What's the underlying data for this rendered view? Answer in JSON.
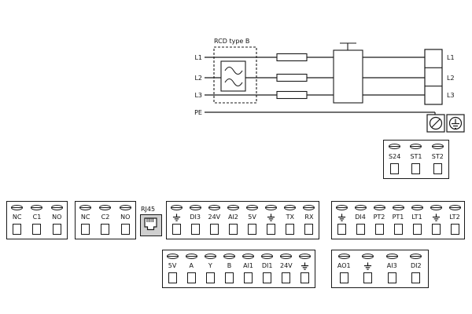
{
  "power_diagram": {
    "rcd_label": "RCD type B",
    "input_lines": [
      "L1",
      "L2",
      "L3"
    ],
    "pe_label": "PE",
    "output_lines": [
      "L1",
      "L2",
      "L3"
    ],
    "icons": {
      "rcd": "rcd-sine-symbol",
      "fuses": "fuse-icon x3",
      "contactor": "disconnect-switch-icon",
      "pe_screw": "screw-terminal-icon",
      "pe_earth": "earth-ground-icon"
    }
  },
  "signal_block": {
    "terminals": [
      "S24",
      "ST1",
      "ST2"
    ]
  },
  "relay_block_1": {
    "terminals": [
      "NC",
      "C1",
      "NO"
    ]
  },
  "relay_block_2": {
    "terminals": [
      "NC",
      "C2",
      "NO"
    ]
  },
  "rj45": {
    "label": "RJ45"
  },
  "io_block_1": {
    "terminals": [
      "⏚",
      "DI3",
      "24V",
      "AI2",
      "5V",
      "⏚",
      "TX",
      "RX"
    ]
  },
  "io_block_2": {
    "terminals": [
      "⏚",
      "DI4",
      "PT2",
      "PT1",
      "LT1",
      "⏚",
      "LT2"
    ]
  },
  "io_block_3": {
    "terminals": [
      "5V",
      "A",
      "Y",
      "B",
      "AI1",
      "DI1",
      "24V",
      "⏚"
    ]
  },
  "io_block_4": {
    "terminals": [
      "AO1",
      "⏚",
      "AI3",
      "DI2"
    ]
  },
  "colors": {
    "line": "#1a1a1a",
    "background": "#ffffff",
    "rj45_fill": "#cfcfcf"
  }
}
